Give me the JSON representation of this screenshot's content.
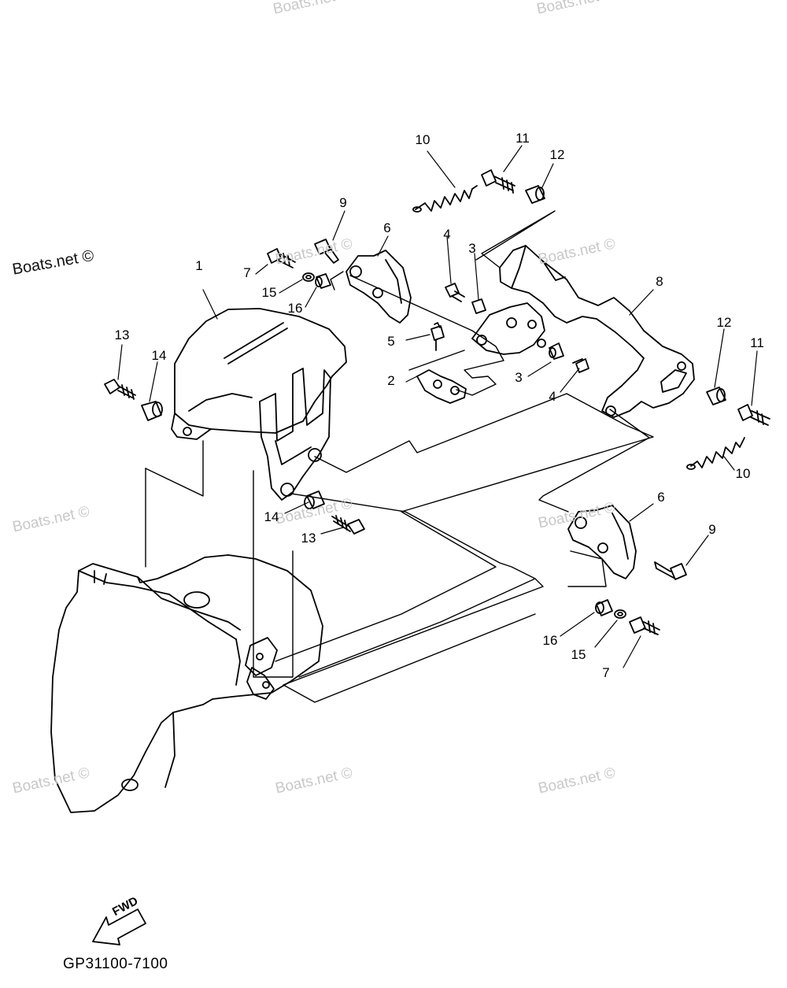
{
  "watermark": "Boats.net ©",
  "callouts": [
    {
      "id": "c10a",
      "text": "10"
    },
    {
      "id": "c11a",
      "text": "11"
    },
    {
      "id": "c12a",
      "text": "12"
    },
    {
      "id": "c9a",
      "text": "9"
    },
    {
      "id": "c6a",
      "text": "6"
    },
    {
      "id": "c4a",
      "text": "4"
    },
    {
      "id": "c3a",
      "text": "3"
    },
    {
      "id": "c7a",
      "text": "7"
    },
    {
      "id": "c15a",
      "text": "15"
    },
    {
      "id": "c16a",
      "text": "16"
    },
    {
      "id": "c1",
      "text": "1"
    },
    {
      "id": "c8",
      "text": "8"
    },
    {
      "id": "c5",
      "text": "5"
    },
    {
      "id": "c2",
      "text": "2"
    },
    {
      "id": "c3b",
      "text": "3"
    },
    {
      "id": "c4b",
      "text": "4"
    },
    {
      "id": "c13a",
      "text": "13"
    },
    {
      "id": "c14a",
      "text": "14"
    },
    {
      "id": "c12b",
      "text": "12"
    },
    {
      "id": "c11b",
      "text": "11"
    },
    {
      "id": "c10b",
      "text": "10"
    },
    {
      "id": "c14b",
      "text": "14"
    },
    {
      "id": "c13b",
      "text": "13"
    },
    {
      "id": "c6b",
      "text": "6"
    },
    {
      "id": "c9b",
      "text": "9"
    },
    {
      "id": "c16b",
      "text": "16"
    },
    {
      "id": "c15b",
      "text": "15"
    },
    {
      "id": "c7b",
      "text": "7"
    }
  ],
  "fwd_label": "FWD",
  "diagram_code": "GP31100-7100"
}
